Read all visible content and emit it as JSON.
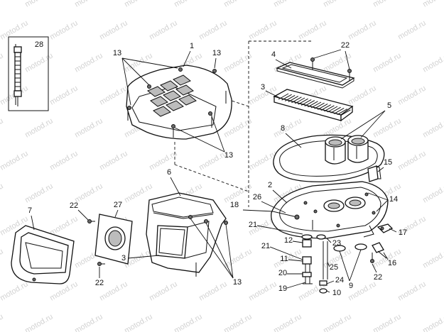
{
  "watermark": "motod.ru",
  "callouts": {
    "c1": "1",
    "c2": "2",
    "c3": "3",
    "c3b": "3",
    "c4": "4",
    "c5": "5",
    "c6": "6",
    "c7": "7",
    "c8": "8",
    "c9": "9",
    "c10": "10",
    "c11": "11",
    "c12": "12",
    "c13a": "13",
    "c13b": "13",
    "c13c": "13",
    "c13d": "13",
    "c14": "14",
    "c15": "15",
    "c16": "16",
    "c17": "17",
    "c18": "18",
    "c19": "19",
    "c20": "20",
    "c21a": "21",
    "c21b": "21",
    "c22a": "22",
    "c22b": "22",
    "c22c": "22",
    "c22d": "22",
    "c23": "23",
    "c24": "24",
    "c25": "25",
    "c26": "26",
    "c27": "27",
    "c28": "28"
  }
}
